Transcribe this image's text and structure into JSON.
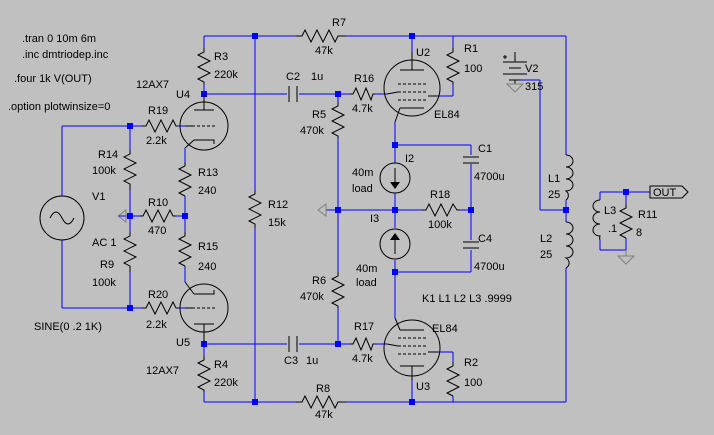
{
  "directives": {
    "tran": ".tran 0 10m 6m",
    "inc": ".inc dmtriodep.inc",
    "four": ".four 1k V(OUT)",
    "option": ".option plotwinsize=0",
    "k": "K1 L1 L2 L3 .9999"
  },
  "components": {
    "R1": {
      "name": "R1",
      "value": "100"
    },
    "R2": {
      "name": "R2",
      "value": "100"
    },
    "R3": {
      "name": "R3",
      "value": "220k"
    },
    "R4": {
      "name": "R4",
      "value": "220k"
    },
    "R5": {
      "name": "R5",
      "value": "470k"
    },
    "R6": {
      "name": "R6",
      "value": "470k"
    },
    "R7": {
      "name": "R7",
      "value": "47k"
    },
    "R8": {
      "name": "R8",
      "value": "47k"
    },
    "R9": {
      "name": "R9",
      "value": "100k"
    },
    "R10": {
      "name": "R10",
      "value": "470"
    },
    "R11": {
      "name": "R11",
      "value": "8"
    },
    "R12": {
      "name": "R12",
      "value": "15k"
    },
    "R13": {
      "name": "R13",
      "value": "240"
    },
    "R14": {
      "name": "R14",
      "value": "100k"
    },
    "R15": {
      "name": "R15",
      "value": "240"
    },
    "R16": {
      "name": "R16",
      "value": "4.7k"
    },
    "R17": {
      "name": "R17",
      "value": "4.7k"
    },
    "R18": {
      "name": "R18",
      "value": "100k"
    },
    "R19": {
      "name": "R19",
      "value": "2.2k"
    },
    "R20": {
      "name": "R20",
      "value": "2.2k"
    },
    "C1": {
      "name": "C1",
      "value": "4700u"
    },
    "C2": {
      "name": "C2",
      "value": "1u"
    },
    "C3": {
      "name": "C3",
      "value": "1u"
    },
    "C4": {
      "name": "C4",
      "value": "4700u"
    },
    "L1": {
      "name": "L1",
      "value": "25"
    },
    "L2": {
      "name": "L2",
      "value": "25"
    },
    "L3": {
      "name": "L3",
      "value": ".1"
    },
    "V1": {
      "name": "V1",
      "value": "AC 1",
      "extra": "SINE(0 .2 1K)"
    },
    "V2": {
      "name": "V2",
      "value": "315"
    },
    "I2": {
      "name": "I2",
      "value1": "40m",
      "value2": "load"
    },
    "I3": {
      "name": "I3",
      "value1": "40m",
      "value2": "load"
    },
    "U2": {
      "name": "U2",
      "model": "EL84"
    },
    "U3": {
      "name": "U3",
      "model": "EL84"
    },
    "U4": {
      "name": "U4",
      "model": "12AX7"
    },
    "U5": {
      "name": "U5",
      "model": "12AX7"
    }
  },
  "out_label": "OUT",
  "colors": {
    "background": "#c0c0c0",
    "wire": "#0000ff",
    "component": "#000000",
    "ground": "#808080"
  }
}
